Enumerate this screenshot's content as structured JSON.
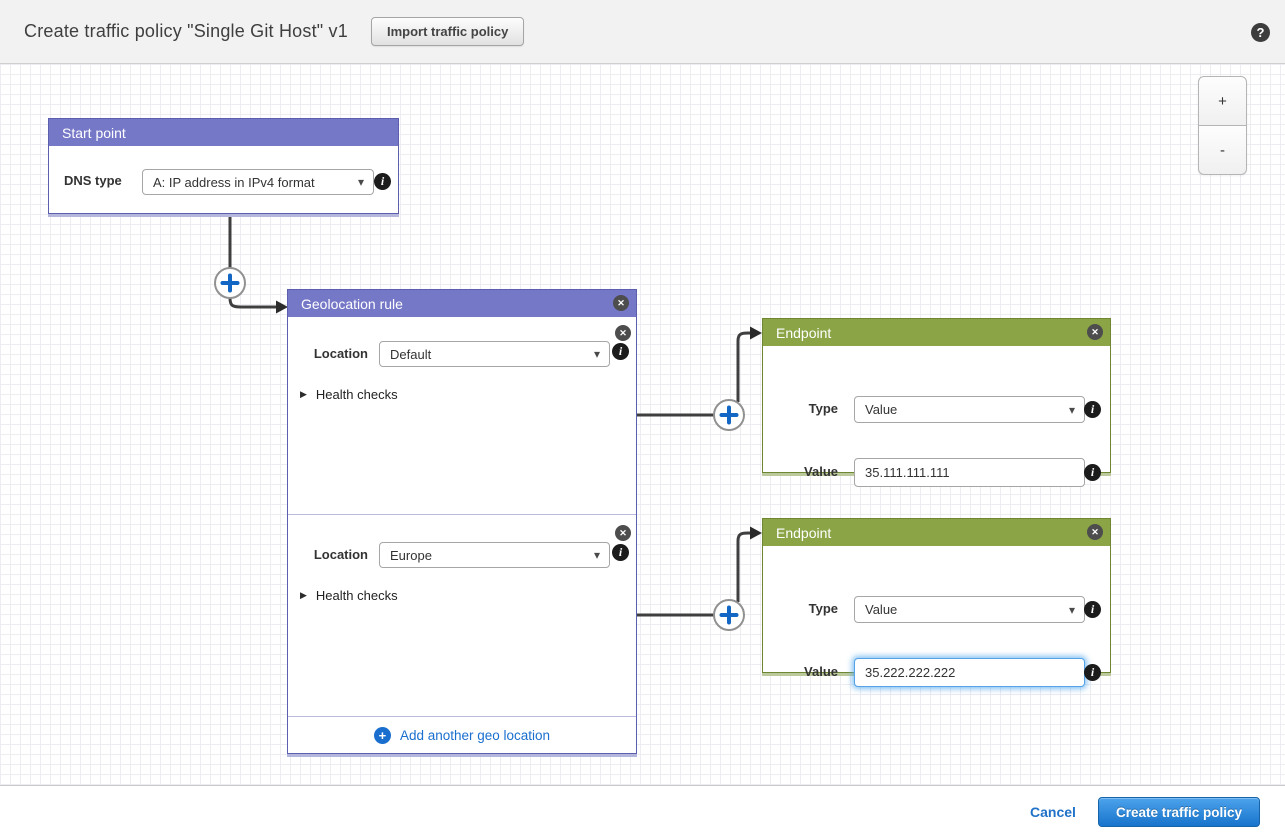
{
  "header": {
    "title": "Create traffic policy \"Single Git Host\" v1",
    "import_button_label": "Import traffic policy"
  },
  "icons": {
    "help": "?",
    "info": "i",
    "close": "✕",
    "caret": "▾",
    "expand_collapsed": "▶",
    "add_plus": "+"
  },
  "zoom_controls": {
    "zoom_in_label": "+",
    "zoom_out_label": "-"
  },
  "start_point": {
    "title": "Start point",
    "dns_type_label": "DNS type",
    "dns_type_value": "A: IP address in IPv4 format"
  },
  "geolocation_rule": {
    "title": "Geolocation rule",
    "add_link_label": "Add another geo location",
    "sections": [
      {
        "location_label": "Location",
        "location_value": "Default",
        "health_checks_label": "Health checks"
      },
      {
        "location_label": "Location",
        "location_value": "Europe",
        "health_checks_label": "Health checks"
      }
    ]
  },
  "endpoints": [
    {
      "title": "Endpoint",
      "type_label": "Type",
      "type_value": "Value",
      "value_label": "Value",
      "value_text": "35.111.111.111"
    },
    {
      "title": "Endpoint",
      "type_label": "Type",
      "type_value": "Value",
      "value_label": "Value",
      "value_text": "35.222.222.222"
    }
  ],
  "footer": {
    "cancel_label": "Cancel",
    "create_button_label": "Create traffic policy"
  },
  "colors": {
    "rule_header_purple": "#7577c7",
    "endpoint_header_green": "#8ba546",
    "link_blue": "#1a6fce",
    "primary_button_blue": "#2585d8",
    "connector_dark": "#3f3f3f",
    "focus_glow_blue": "#52a8ec"
  }
}
